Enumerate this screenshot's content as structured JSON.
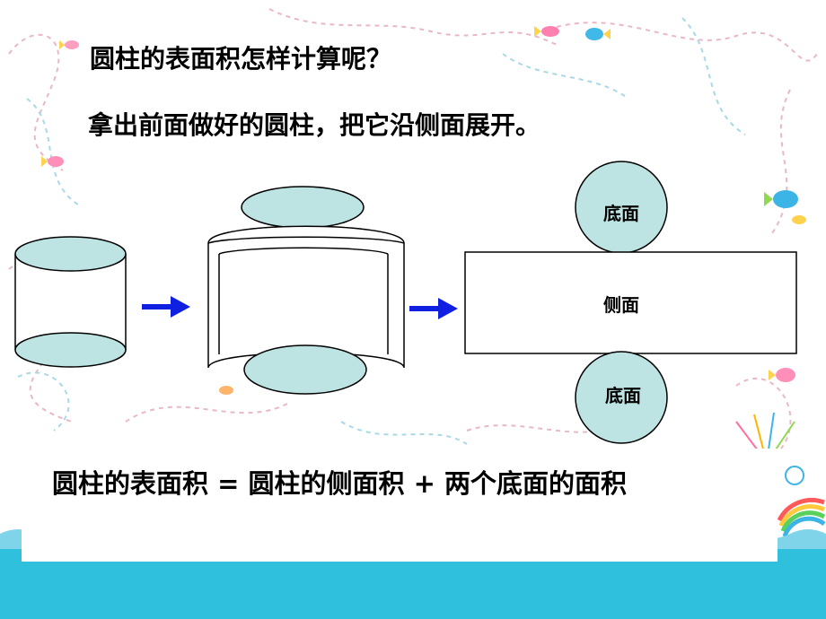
{
  "slide": {
    "question": "圆柱的表面积怎样计算呢？",
    "instruction": "拿出前面做好的圆柱，把它沿侧面展开。",
    "formula": "圆柱的表面积 = 圆柱的侧面积 + 两个底面的面积"
  },
  "diagram": {
    "top_base_label": "底面",
    "side_label": "侧面",
    "bottom_base_label": "底面"
  },
  "colors": {
    "base_fill": "#bde3e3",
    "arrow": "#1020e0",
    "border_blue": "#2ec0dc"
  }
}
